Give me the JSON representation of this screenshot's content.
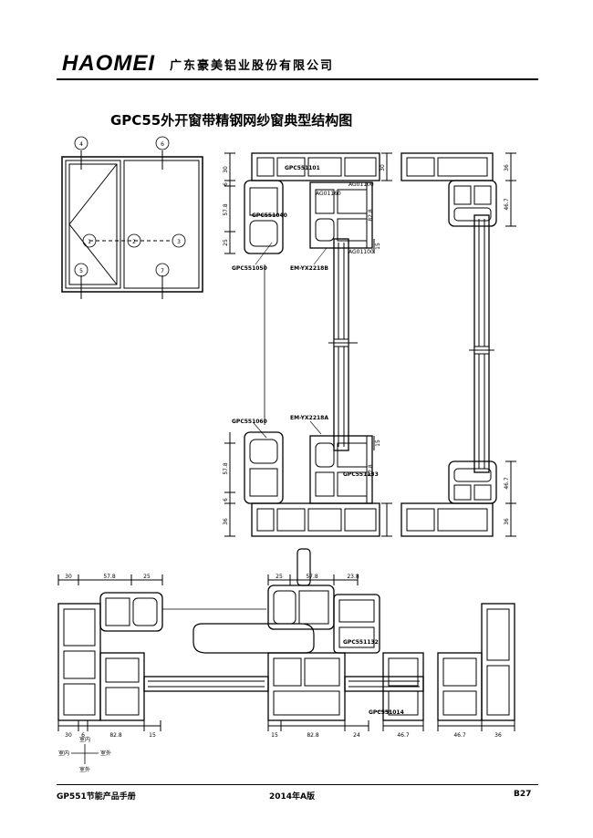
{
  "header": {
    "logo_text": "HAOMEI",
    "company_name": "广东豪美铝业股份有限公司"
  },
  "page_title": "GPC55外开窗带精钢网纱窗典型结构图",
  "elevation": {
    "markers": [
      "1",
      "2",
      "3",
      "4",
      "5",
      "6",
      "7"
    ]
  },
  "vertical_section": {
    "profile_labels": [
      "GPC551101",
      "GPC551040",
      "GPC551050",
      "EM-YX2218B",
      "GPC551060",
      "EM-YX2218A",
      "GPC551133"
    ],
    "small_labels": [
      "AG01160",
      "AG01100",
      "AG01100"
    ],
    "dims": [
      "30",
      "6",
      "57.8",
      "25",
      "82.8",
      "15",
      "15",
      "82.8",
      "57.8",
      "6",
      "36",
      "30",
      "36",
      "46.7",
      "46.7",
      "36"
    ]
  },
  "horizontal_section": {
    "profile_labels": [
      "GPC551132",
      "GPC551014"
    ],
    "dims_top": [
      "30",
      "57.8",
      "25",
      "25",
      "57.8",
      "23.8"
    ],
    "dims_bottom": [
      "30",
      "6",
      "82.8",
      "15",
      "15",
      "82.8",
      "24",
      "46.7",
      "46.7",
      "36"
    ]
  },
  "orientation": {
    "indoor": "室内",
    "outdoor": "室外"
  },
  "footer": {
    "manual": "GP551节能产品手册",
    "edition": "2014年A版",
    "page": "B27"
  }
}
